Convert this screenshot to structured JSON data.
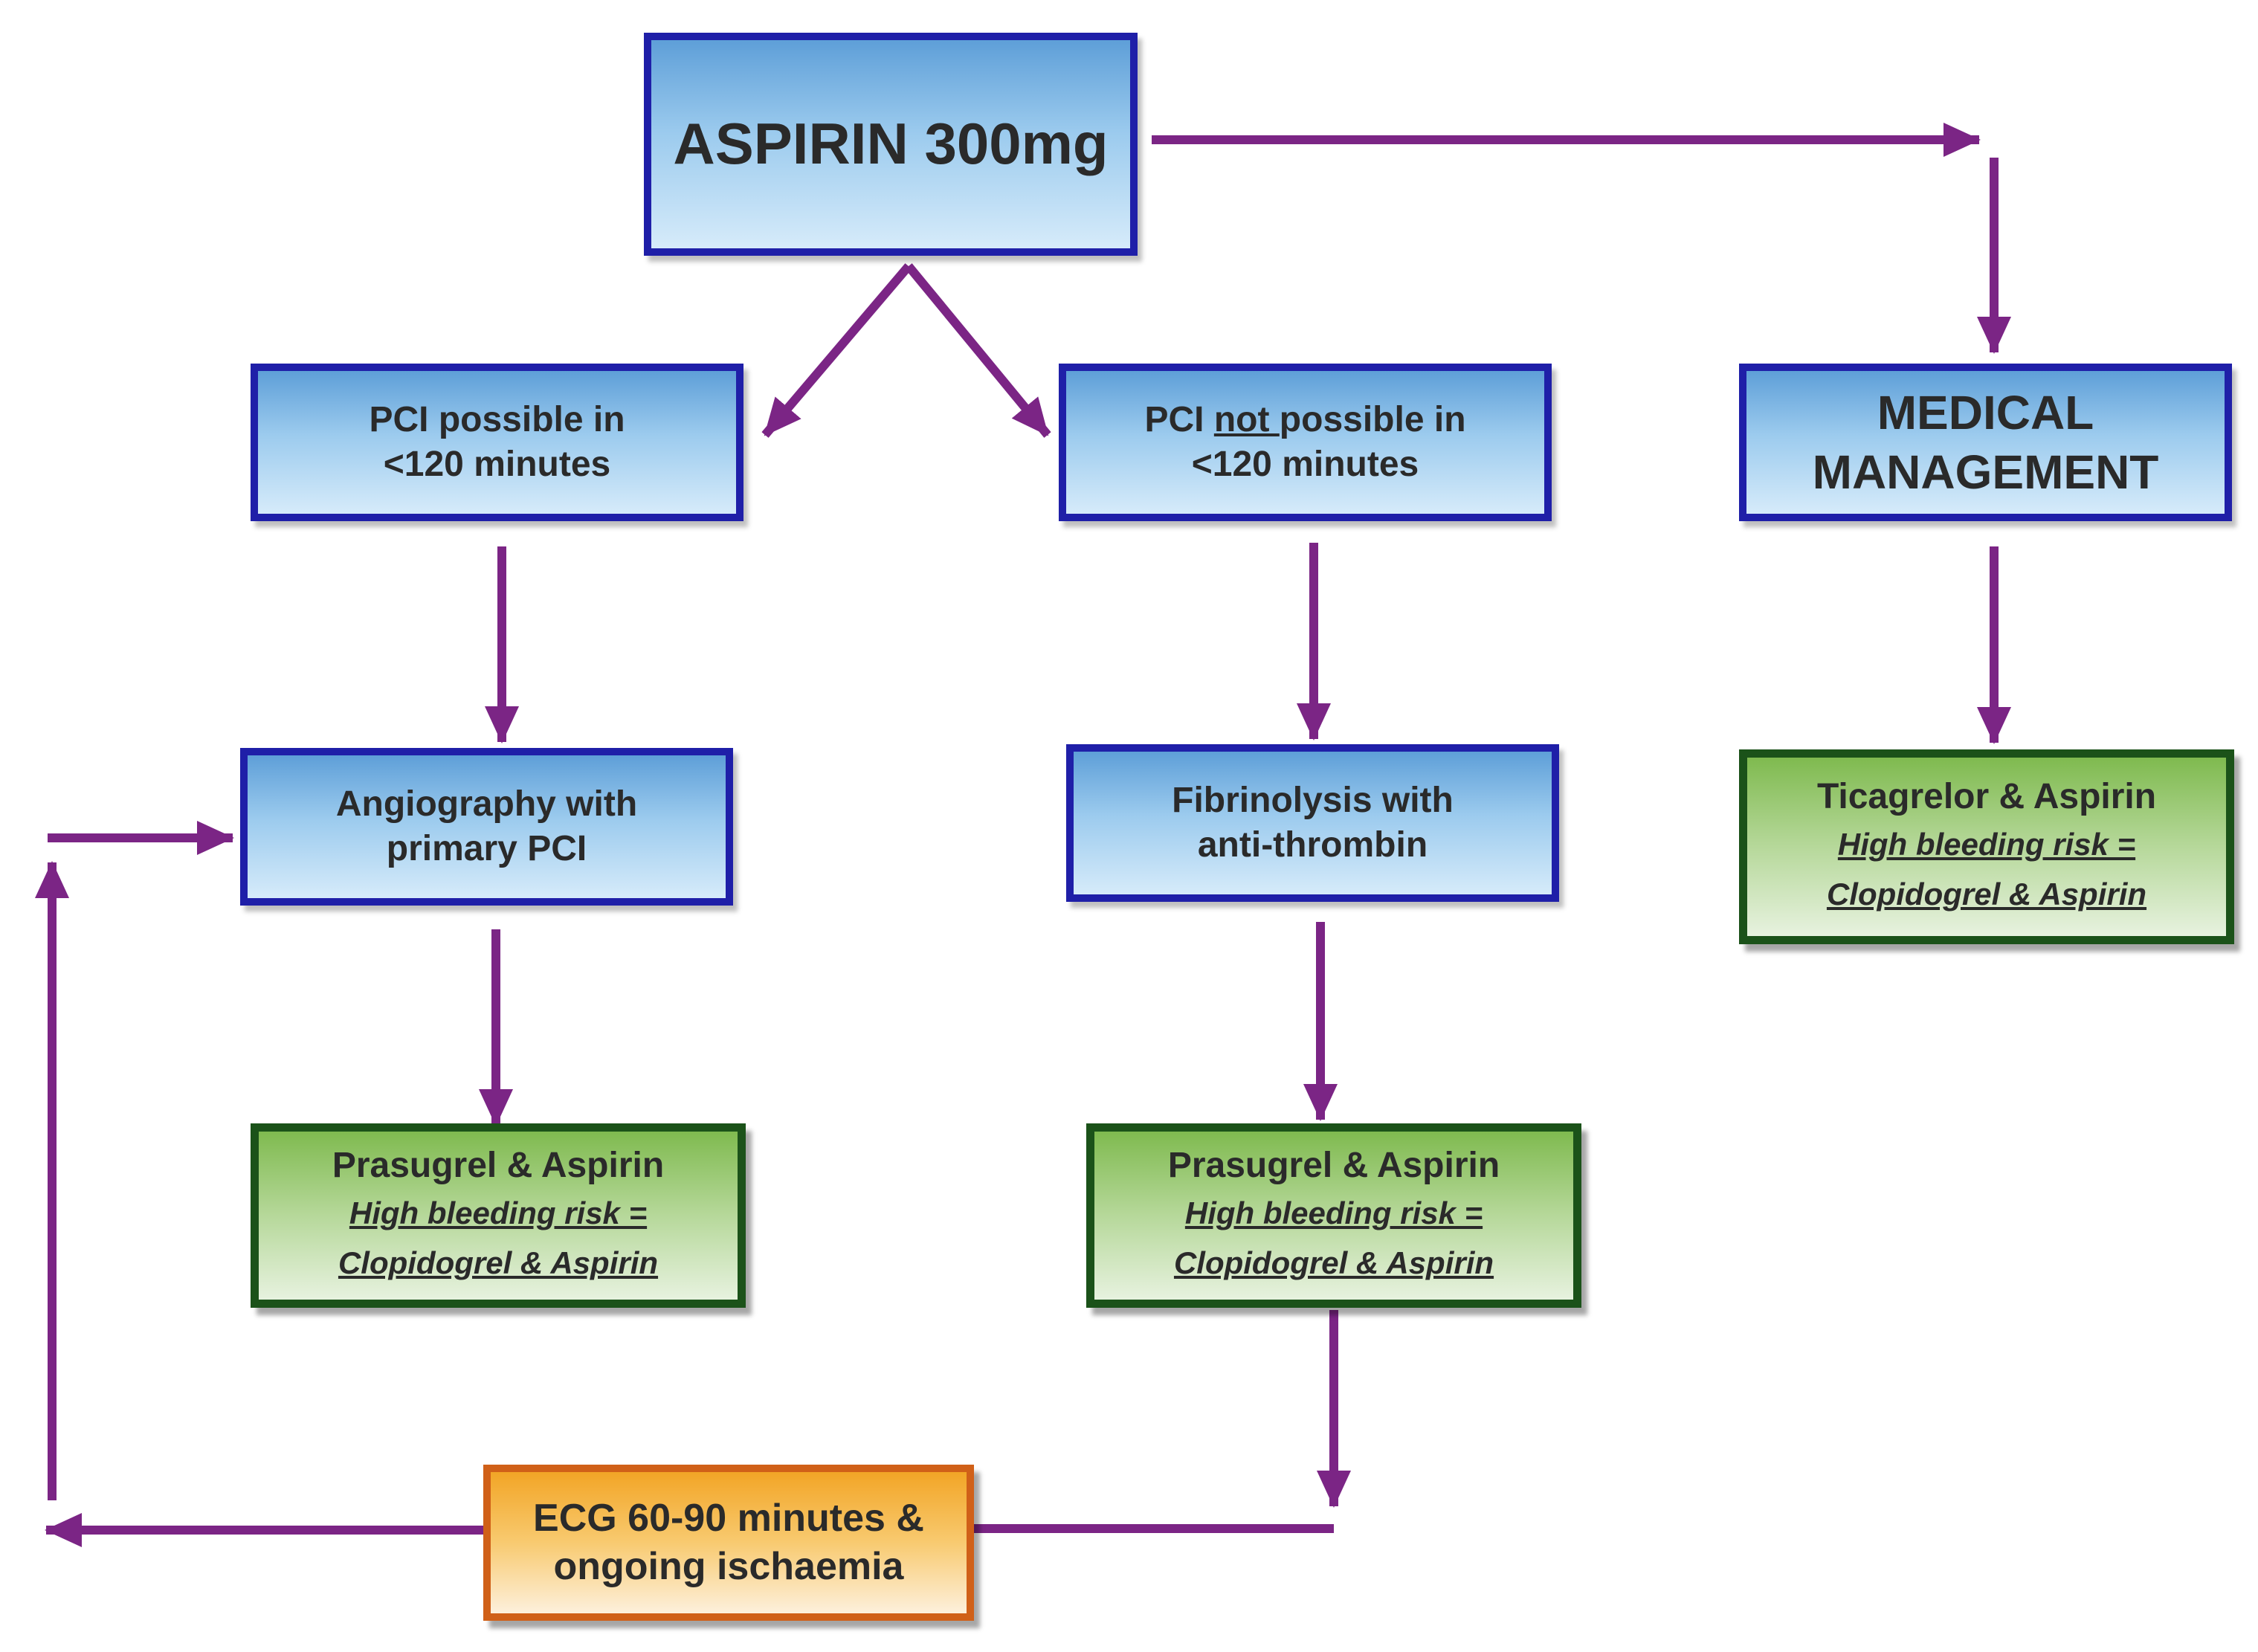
{
  "colors": {
    "arrow": "#7b2585",
    "blue_border": "#1f1fa8",
    "green_border": "#1b5219",
    "orange_border": "#d06018"
  },
  "nodes": {
    "aspirin": {
      "label": "ASPIRIN 300mg"
    },
    "pci_possible": {
      "line1": "PCI possible in",
      "line2": "<120 minutes"
    },
    "pci_not_possible": {
      "pre": "PCI ",
      "emph": "not ",
      "post": "possible in",
      "line2": "<120 minutes"
    },
    "medical": {
      "line1": "MEDICAL",
      "line2": "MANAGEMENT"
    },
    "angiography": {
      "line1": "Angiography with",
      "line2": "primary PCI"
    },
    "fibrinolysis": {
      "line1": "Fibrinolysis with",
      "line2": "anti-thrombin"
    },
    "ticagrelor": {
      "title": "Ticagrelor & Aspirin",
      "sub1": "High bleeding risk =",
      "sub2": "Clopidogrel & Aspirin"
    },
    "prasugrel_left": {
      "title": "Prasugrel & Aspirin",
      "sub1": "High bleeding risk =",
      "sub2": "Clopidogrel & Aspirin"
    },
    "prasugrel_right": {
      "title": "Prasugrel & Aspirin",
      "sub1": "High bleeding risk =",
      "sub2": "Clopidogrel & Aspirin"
    },
    "ecg": {
      "line1": "ECG 60-90 minutes &",
      "line2": "ongoing ischaemia"
    }
  }
}
